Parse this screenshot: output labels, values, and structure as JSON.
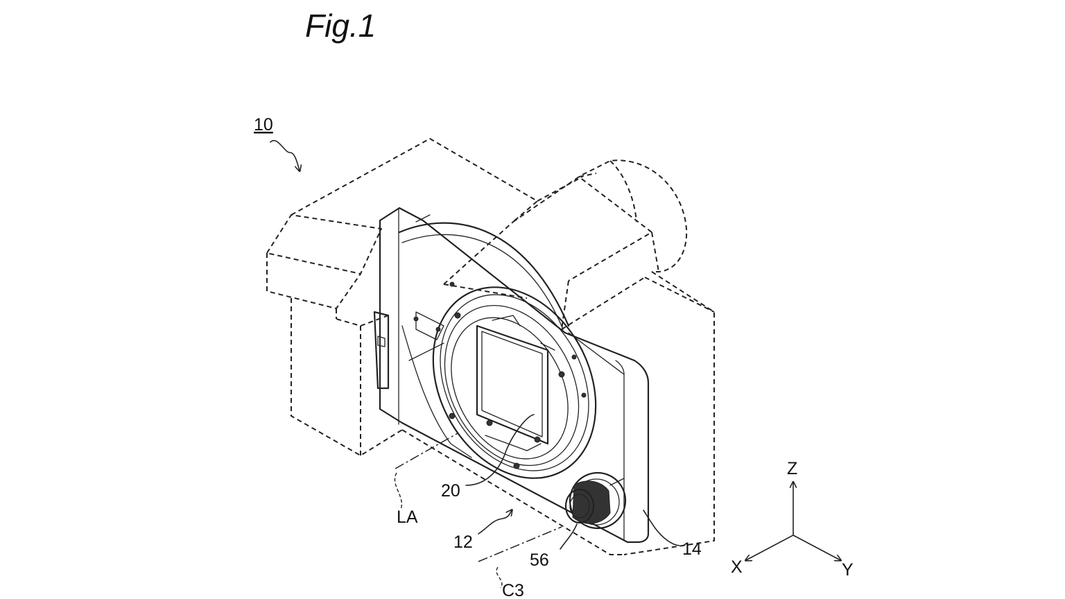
{
  "figure": {
    "title": "Fig.1"
  },
  "labels": {
    "camera": "10",
    "lens_axis": "LA",
    "mount_unit": "12",
    "mount": "20",
    "front_cover": "14",
    "dial": "56",
    "dial_axis": "C3"
  },
  "axes": {
    "z": "Z",
    "x": "X",
    "y": "Y"
  }
}
